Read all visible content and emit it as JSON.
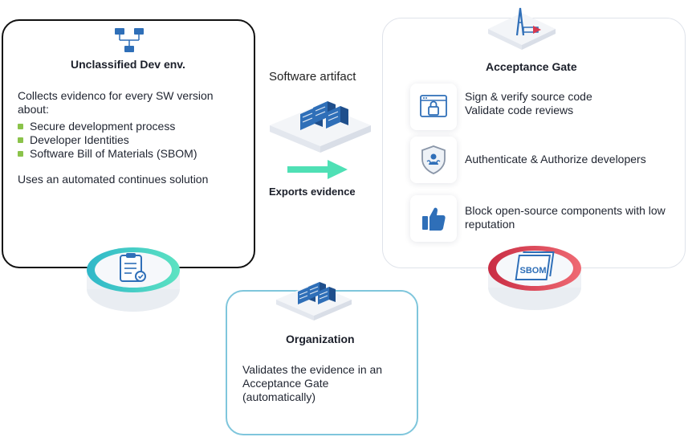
{
  "dev_env": {
    "title": "Unclassified Dev env.",
    "description": "Collects evidenco for every SW version about:",
    "bullets": [
      "Secure development process",
      "Developer Identities",
      "Software Bill of Materials (SBOM)"
    ],
    "footer": "Uses an automated continues solution",
    "bullet_color": "#8bc34a"
  },
  "flow": {
    "artifact_label": "Software artifact",
    "exports_label": "Exports evidence",
    "arrow_color": "#4fe0b5"
  },
  "gate": {
    "title": "Acceptance Gate",
    "items": [
      {
        "icon": "lock-window-icon",
        "text": "Sign & verify source code\nValidate code reviews"
      },
      {
        "icon": "shield-user-icon",
        "text": "Authenticate & Authorize developers"
      },
      {
        "icon": "thumbs-up-icon",
        "text": "Block open-source components with low reputation"
      }
    ],
    "sbom_badge": "SBOM",
    "accent_red": "#d6394f"
  },
  "org": {
    "title": "Organization",
    "description": "Validates the evidence in an Acceptance Gate (automatically)",
    "border_color": "#7fc6dc"
  },
  "colors": {
    "teal": "#35c2c6",
    "blue": "#2f6fb8"
  }
}
